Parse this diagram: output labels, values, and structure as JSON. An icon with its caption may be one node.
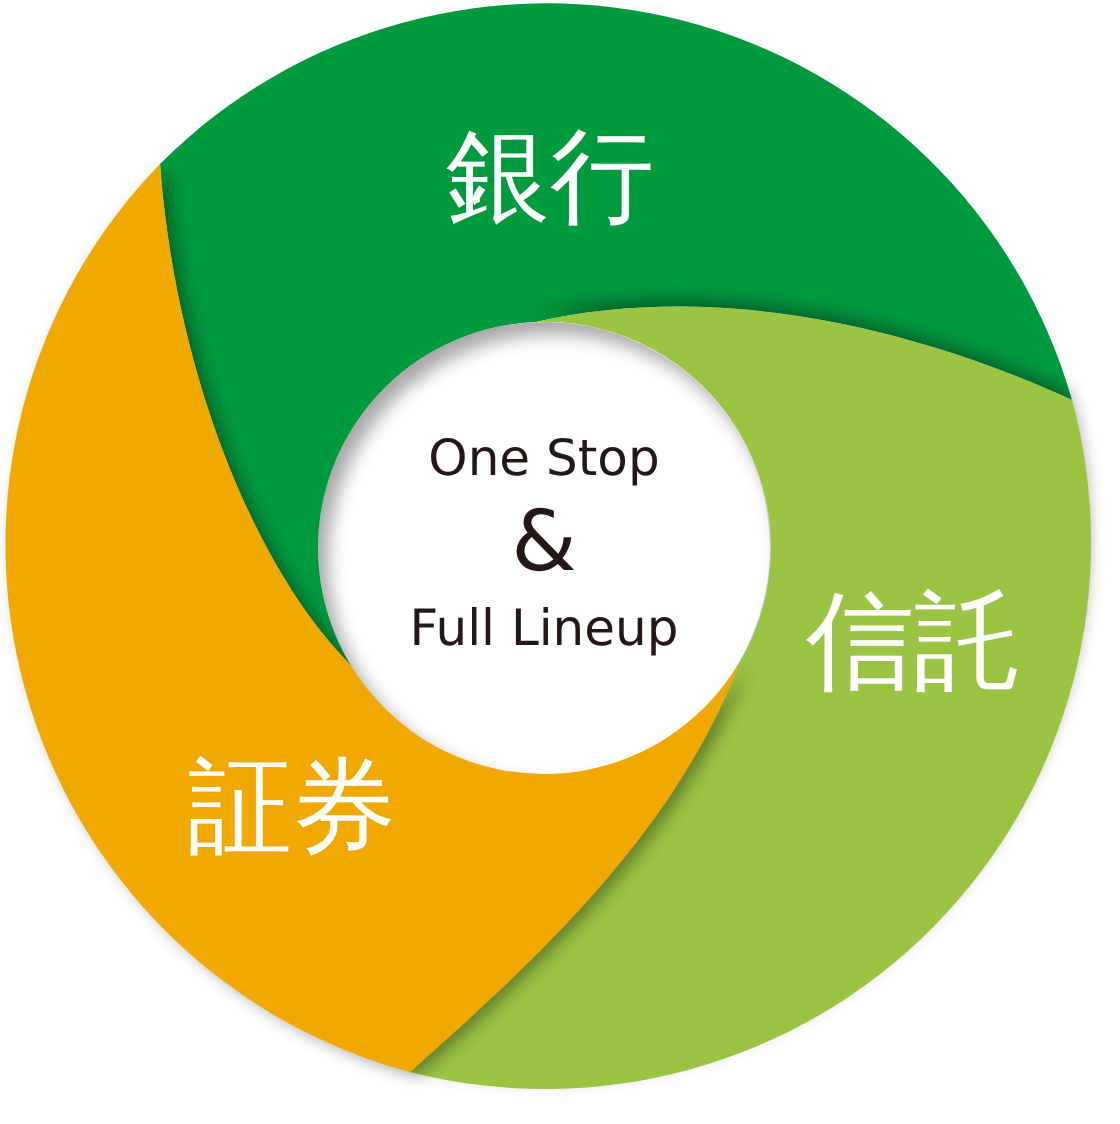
{
  "diagram": {
    "nodes": [
      {
        "text": [
          "銀行"
        ]
      },
      {
        "text": [
          "One Stop",
          "&",
          "Full Lineup"
        ]
      },
      {
        "text": [
          "信託"
        ]
      },
      {
        "text": [
          "証券"
        ]
      }
    ]
  }
}
